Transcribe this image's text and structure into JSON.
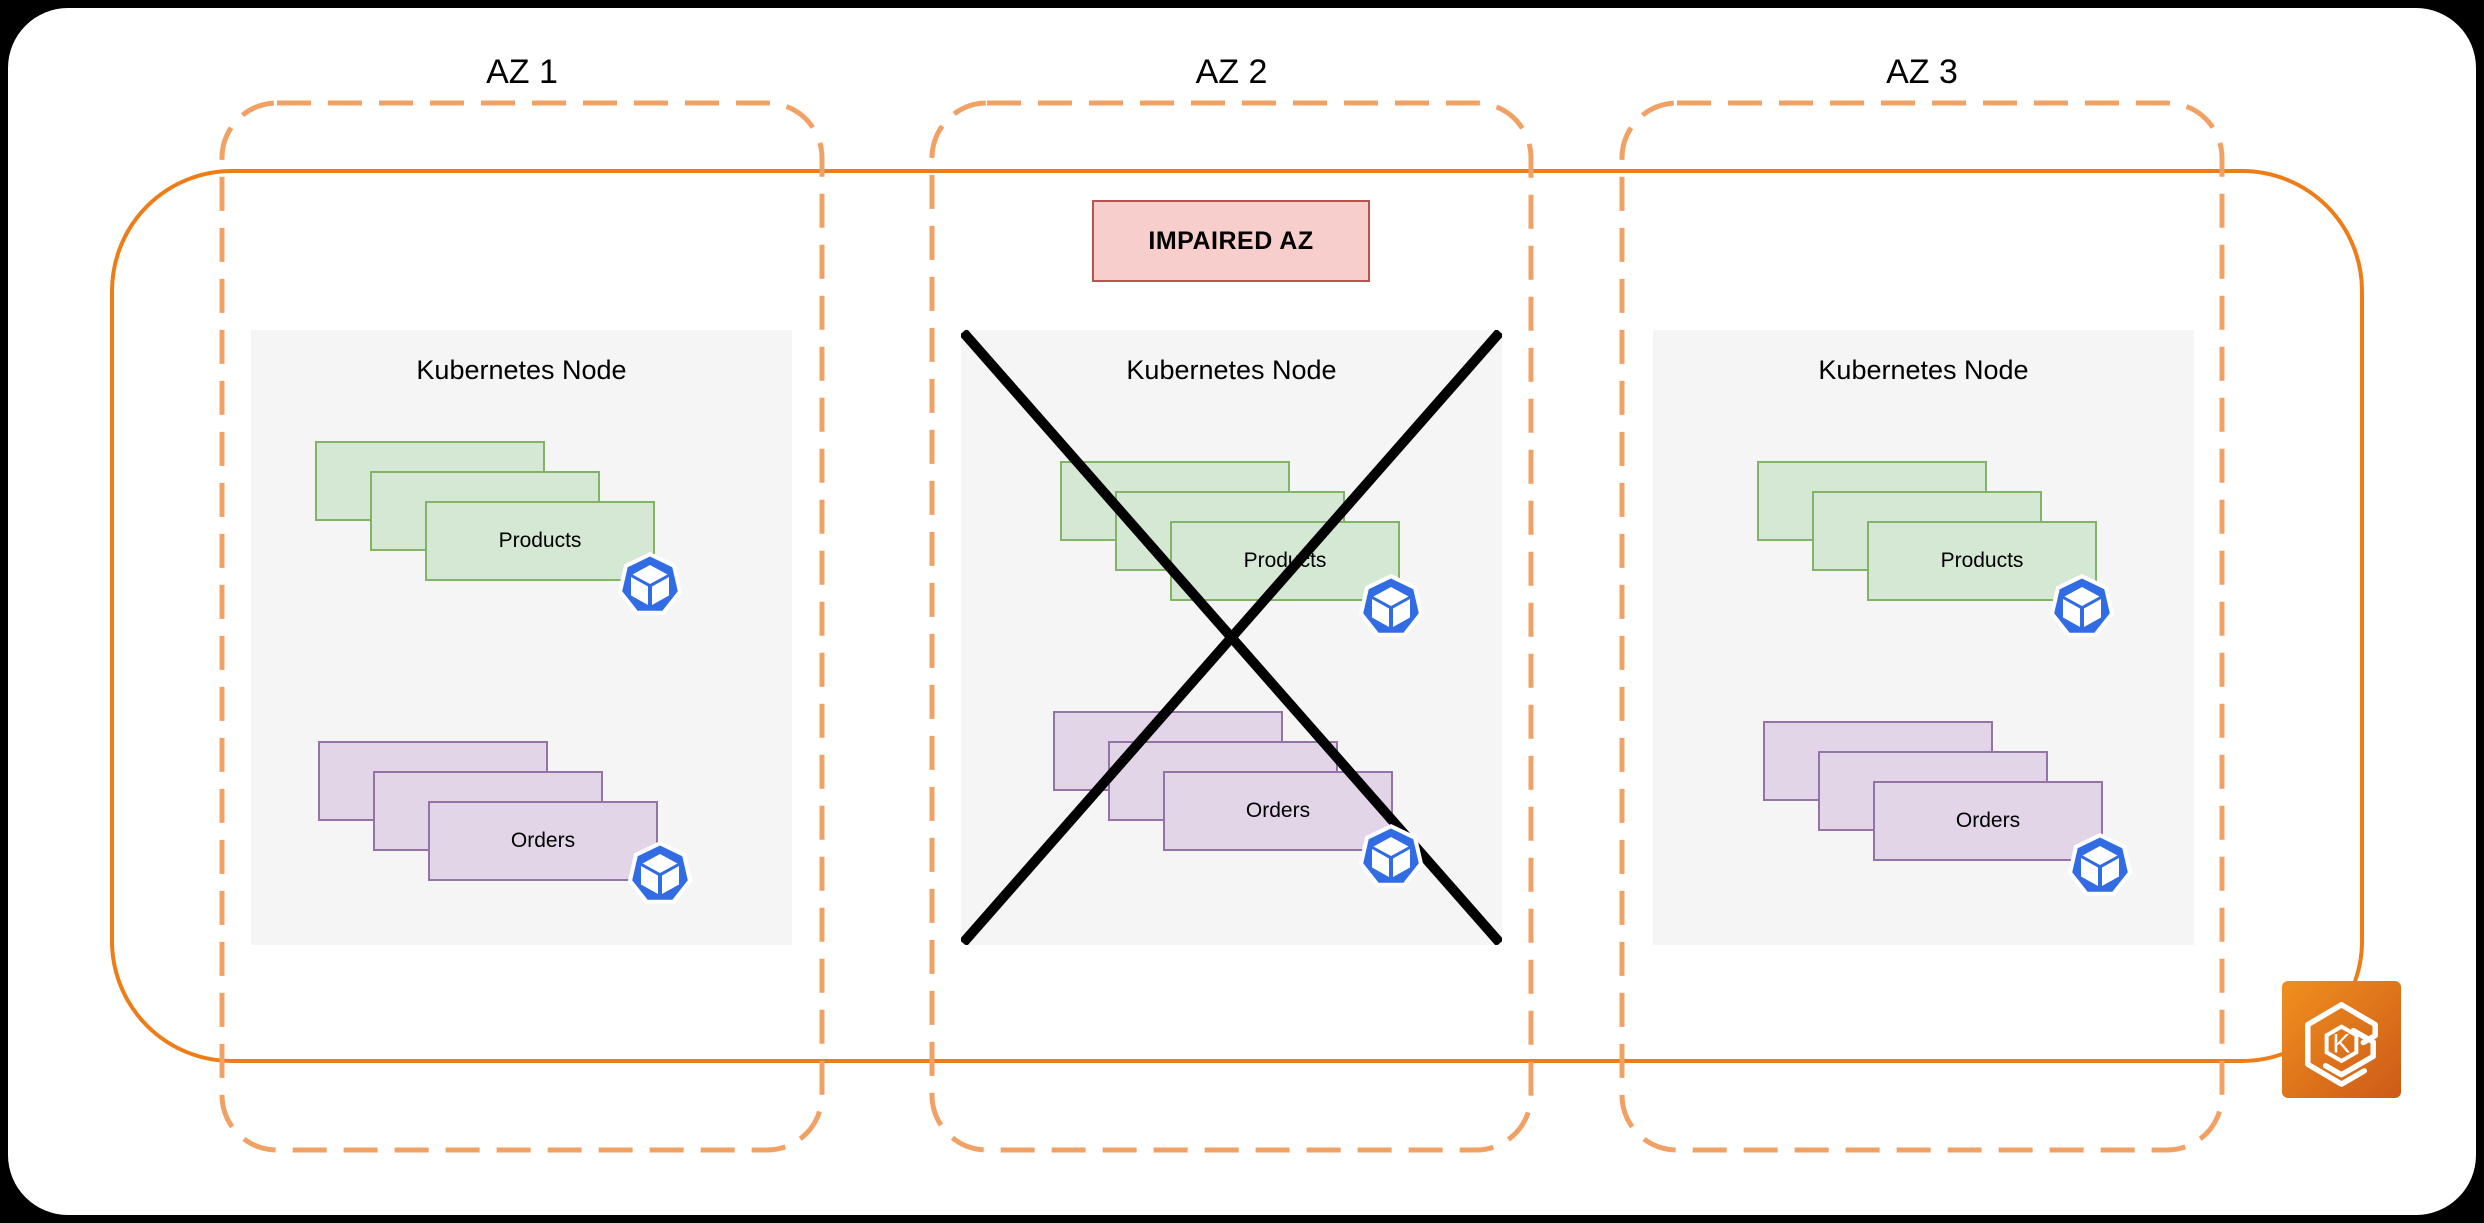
{
  "canvas": {
    "background": "#000000",
    "surface": "#FFFFFF"
  },
  "cluster": {
    "name": "eks-cluster-boundary",
    "border_color": "#EE7D18",
    "icon": {
      "name": "amazon-eks-icon",
      "letter": "K",
      "gradient": [
        "#F0901F",
        "#CD5A17"
      ]
    }
  },
  "impaired_badge": {
    "label": "IMPAIRED AZ",
    "fill": "#F8CECC",
    "border_color": "#B85450"
  },
  "pod_icon": {
    "name": "kubernetes-pod-icon",
    "color": "#326CE5"
  },
  "styles": {
    "az_dashed_border_color": "#F2A164",
    "node_fill": "#F5F5F5",
    "products_fill": "#D5E8D4",
    "products_border": "#82B366",
    "orders_fill": "#E1D5E7",
    "orders_border": "#9673A6",
    "x_mark_color": "#000000"
  },
  "azs": [
    {
      "label": "AZ 1",
      "impaired": false,
      "node": {
        "title": "Kubernetes Node",
        "deployments": [
          {
            "label": "Products",
            "replicas": 3
          },
          {
            "label": "Orders",
            "replicas": 3
          }
        ]
      }
    },
    {
      "label": "AZ 2",
      "impaired": true,
      "node": {
        "title": "Kubernetes Node",
        "deployments": [
          {
            "label": "Products",
            "replicas": 3
          },
          {
            "label": "Orders",
            "replicas": 3
          }
        ]
      }
    },
    {
      "label": "AZ 3",
      "impaired": false,
      "node": {
        "title": "Kubernetes Node",
        "deployments": [
          {
            "label": "Products",
            "replicas": 3
          },
          {
            "label": "Orders",
            "replicas": 3
          }
        ]
      }
    }
  ]
}
